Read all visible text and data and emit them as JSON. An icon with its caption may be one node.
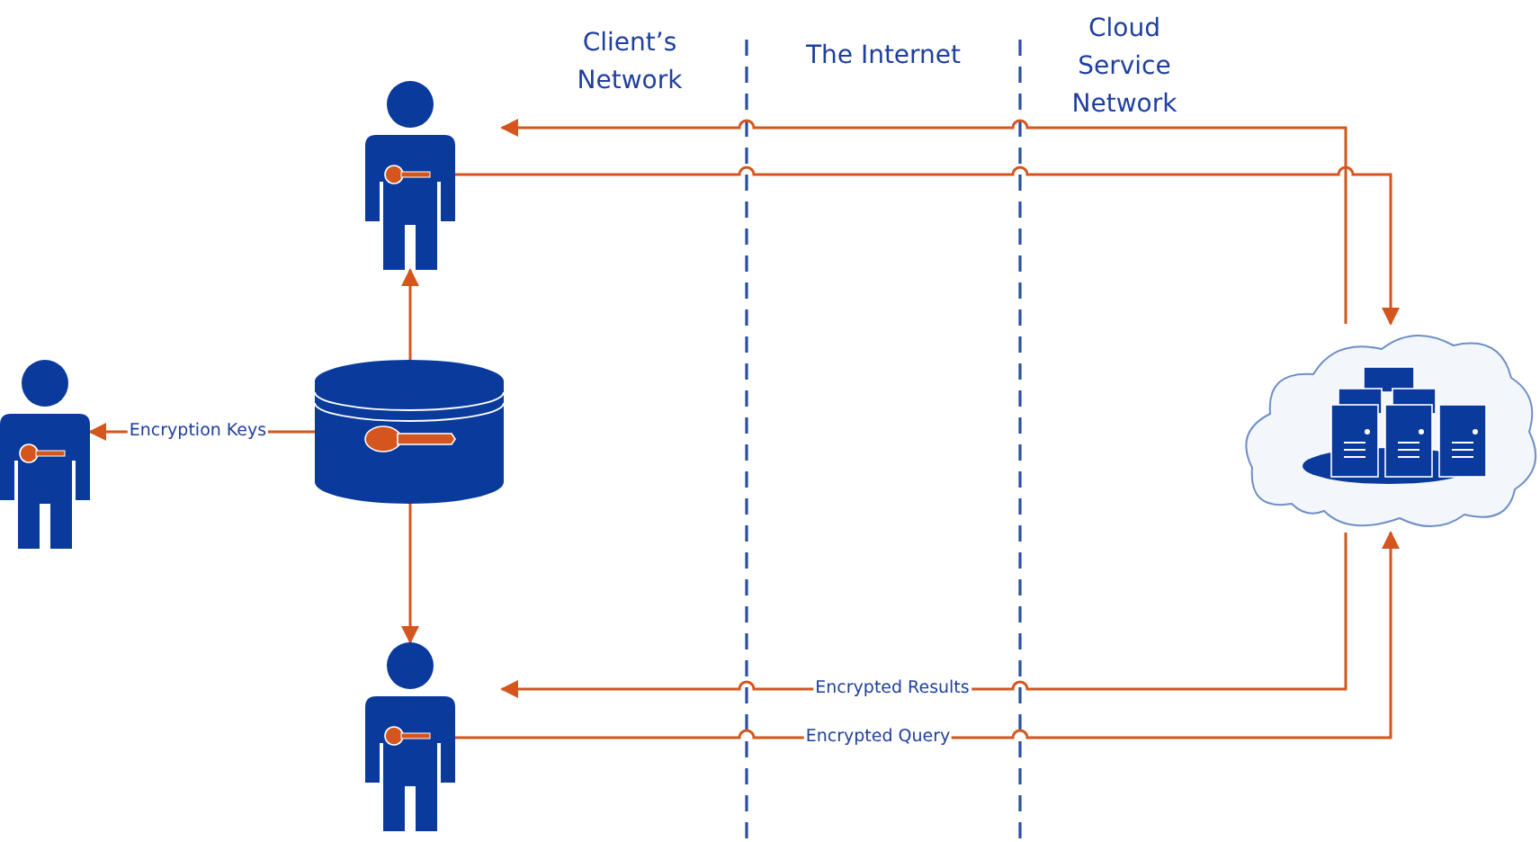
{
  "diagram": {
    "nodes": [
      {
        "text": [],
        "shape": "person"
      },
      {
        "text": [],
        "shape": "person"
      },
      {
        "text": [],
        "shape": "cylinder"
      },
      {
        "text": [],
        "shape": "person"
      },
      {
        "text": [],
        "shape": "cloud"
      }
    ],
    "edges": [
      {
        "from": 2,
        "to": 0,
        "arrow": "to"
      },
      {
        "from": 2,
        "to": 1,
        "arrow": "to",
        "label": "Encryption Keys"
      },
      {
        "from": 2,
        "to": 3,
        "arrow": "to"
      },
      {
        "from": 0,
        "to": 4,
        "arrow": "to"
      },
      {
        "from": 4,
        "to": 0,
        "arrow": "to"
      },
      {
        "from": 4,
        "to": 3,
        "arrow": "to",
        "label": "Encrypted Results"
      },
      {
        "from": 3,
        "to": 4,
        "arrow": "to",
        "label": "Encrypted Query"
      }
    ],
    "labels": [
      "Client’s Network",
      "The Internet",
      "Cloud Service Network"
    ]
  }
}
